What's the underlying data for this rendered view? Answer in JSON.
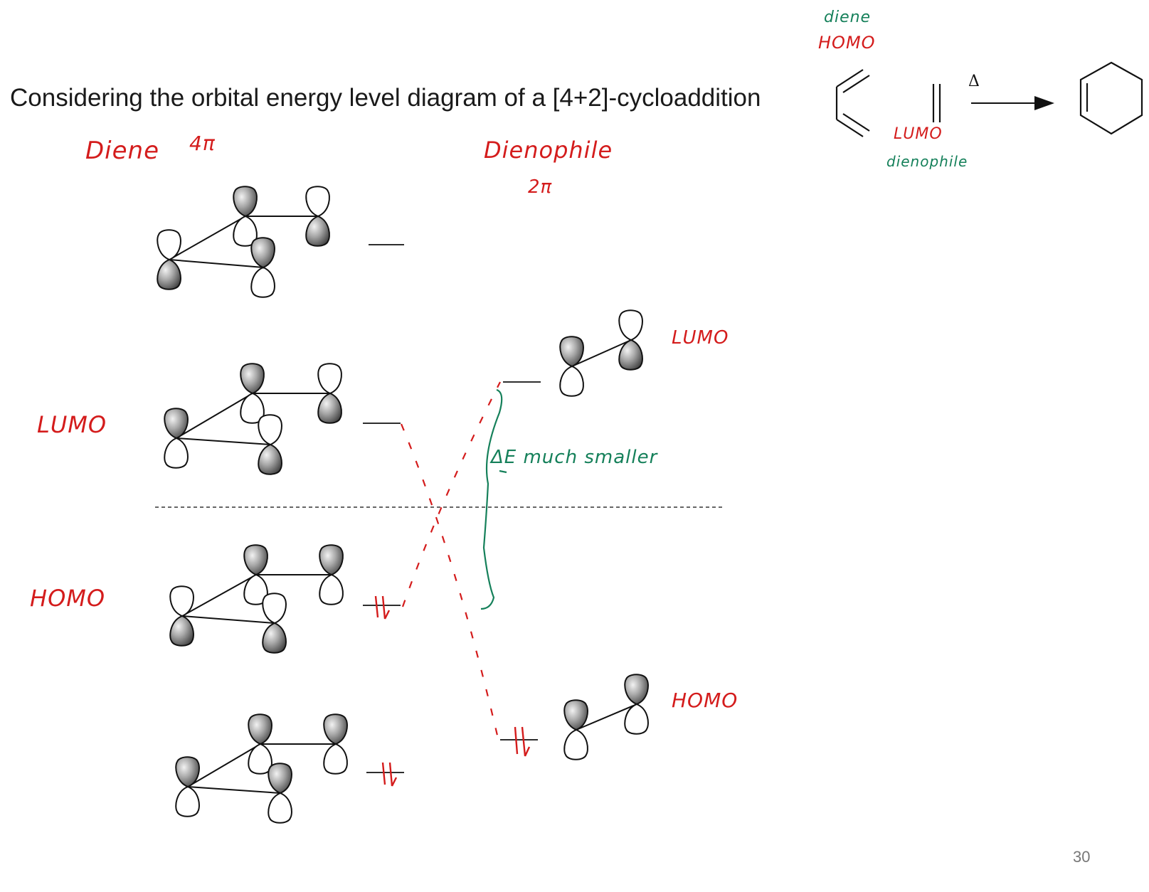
{
  "title": "Considering the orbital energy level diagram of a [4+2]-cycloaddition",
  "page_number": "30",
  "reaction": {
    "heat_symbol": "Δ",
    "diene_note_line1": "diene",
    "diene_note_line2": "HOMO",
    "dienophile_note_line1": "LUMO",
    "dienophile_note_line2": "dienophile"
  },
  "annotations": {
    "diene_header": "Diene",
    "diene_electrons": "4π",
    "dienophile_header": "Dienophile",
    "dienophile_electrons": "2π",
    "diene_lumo": "LUMO",
    "diene_homo": "HOMO",
    "dienophile_lumo": "LUMO",
    "dienophile_homo": "HOMO",
    "energy_gap": "ΔE much smaller"
  },
  "colors": {
    "handwriting_red": "#d41c1c",
    "handwriting_green": "#15805a",
    "text": "#1a1a1a",
    "orbital_shaded": "#8a8a8a"
  }
}
